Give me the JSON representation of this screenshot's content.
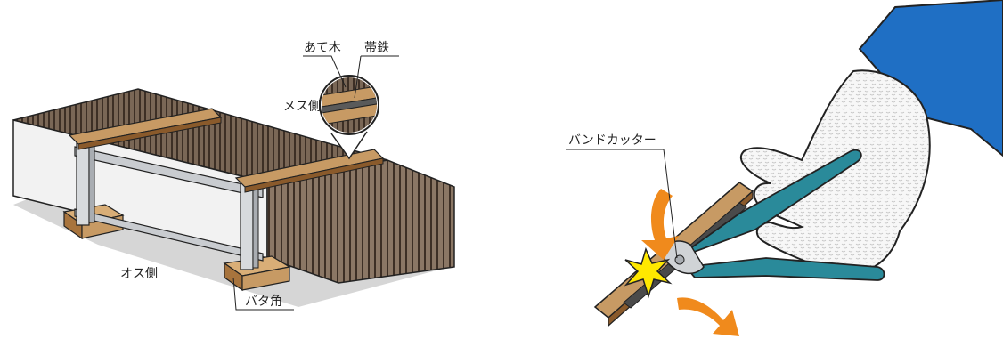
{
  "labels": {
    "pad_wood": "あて木",
    "steel_band": "帯鉄",
    "female_side": "メス側",
    "male_side": "オス側",
    "bata_angle": "バタ角",
    "band_cutter": "バンドカッター"
  },
  "colors": {
    "wood": "#c79a64",
    "wood_dark": "#8a5a2b",
    "stack_dark": "#6b5a4a",
    "panel_white": "#f2f2f2",
    "steel": "#c9ccd0",
    "sleeve": "#1f6fc4",
    "glove": "#f5f5f5",
    "pliers_handle": "#2a8a9a",
    "arrow": "#f08a1c",
    "spark": "#ffe800"
  },
  "icons": [
    "magnifier-circle-icon",
    "curved-arrow-icon",
    "spark-icon",
    "glove-hand-icon",
    "band-cutter-icon"
  ]
}
